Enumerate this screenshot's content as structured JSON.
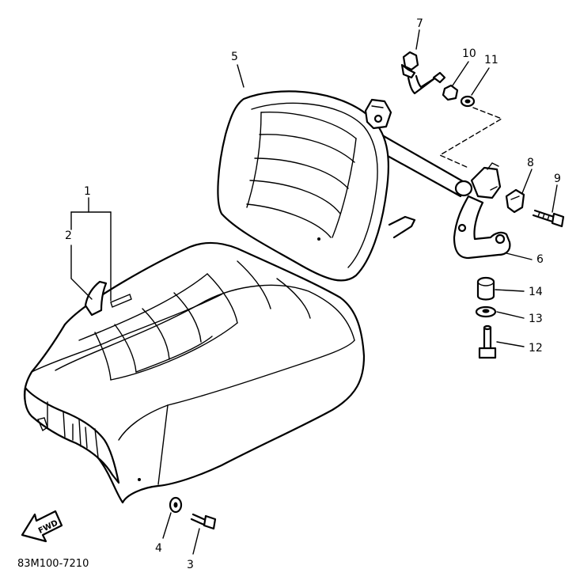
{
  "callouts": [
    {
      "id": "1",
      "label": "1"
    },
    {
      "id": "2",
      "label": "2"
    },
    {
      "id": "3",
      "label": "3"
    },
    {
      "id": "4",
      "label": "4"
    },
    {
      "id": "5",
      "label": "5"
    },
    {
      "id": "6",
      "label": "6"
    },
    {
      "id": "7",
      "label": "7"
    },
    {
      "id": "8",
      "label": "8"
    },
    {
      "id": "9",
      "label": "9"
    },
    {
      "id": "10",
      "label": "10"
    },
    {
      "id": "11",
      "label": "11"
    },
    {
      "id": "12",
      "label": "12"
    },
    {
      "id": "13",
      "label": "13"
    },
    {
      "id": "14",
      "label": "14"
    }
  ],
  "fwd_arrow": {
    "label": "FWD"
  },
  "diagram_code": "83M100-7210"
}
